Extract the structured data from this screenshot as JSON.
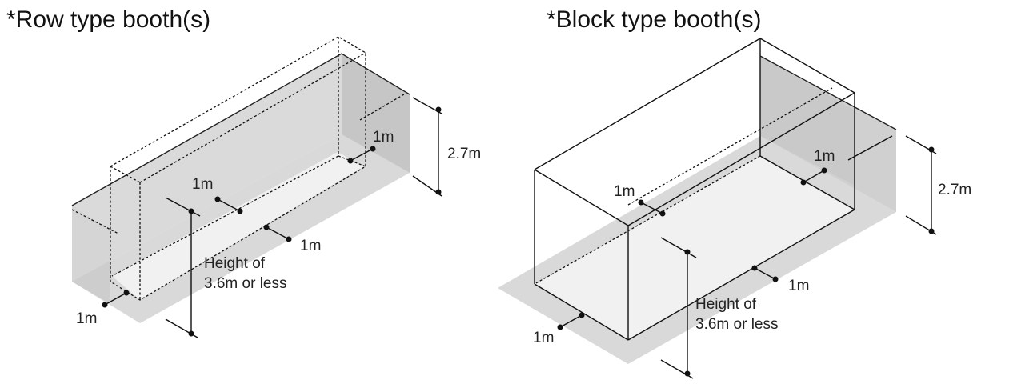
{
  "row_booth": {
    "title": "*Row type booth(s)",
    "dim_height_wall": "2.7m",
    "dim_back_right": "1m",
    "dim_back_left": "1m",
    "dim_front_mid": "1m",
    "dim_front_left": "1m",
    "height_limit_line1": "Height of",
    "height_limit_line2": "3.6m or less"
  },
  "block_booth": {
    "title": "*Block type booth(s)",
    "dim_height_wall": "2.7m",
    "dim_back_right": "1m",
    "dim_back_left": "1m",
    "dim_front_right": "1m",
    "dim_front_left": "1m",
    "height_limit_line1": "Height of",
    "height_limit_line2": "3.6m or less"
  },
  "colors": {
    "floor_shadow": "#d9d9d9",
    "floor_inner": "#f3f3f3",
    "wall": "#cccccc",
    "wall_light": "#dedede",
    "line": "#111111"
  }
}
